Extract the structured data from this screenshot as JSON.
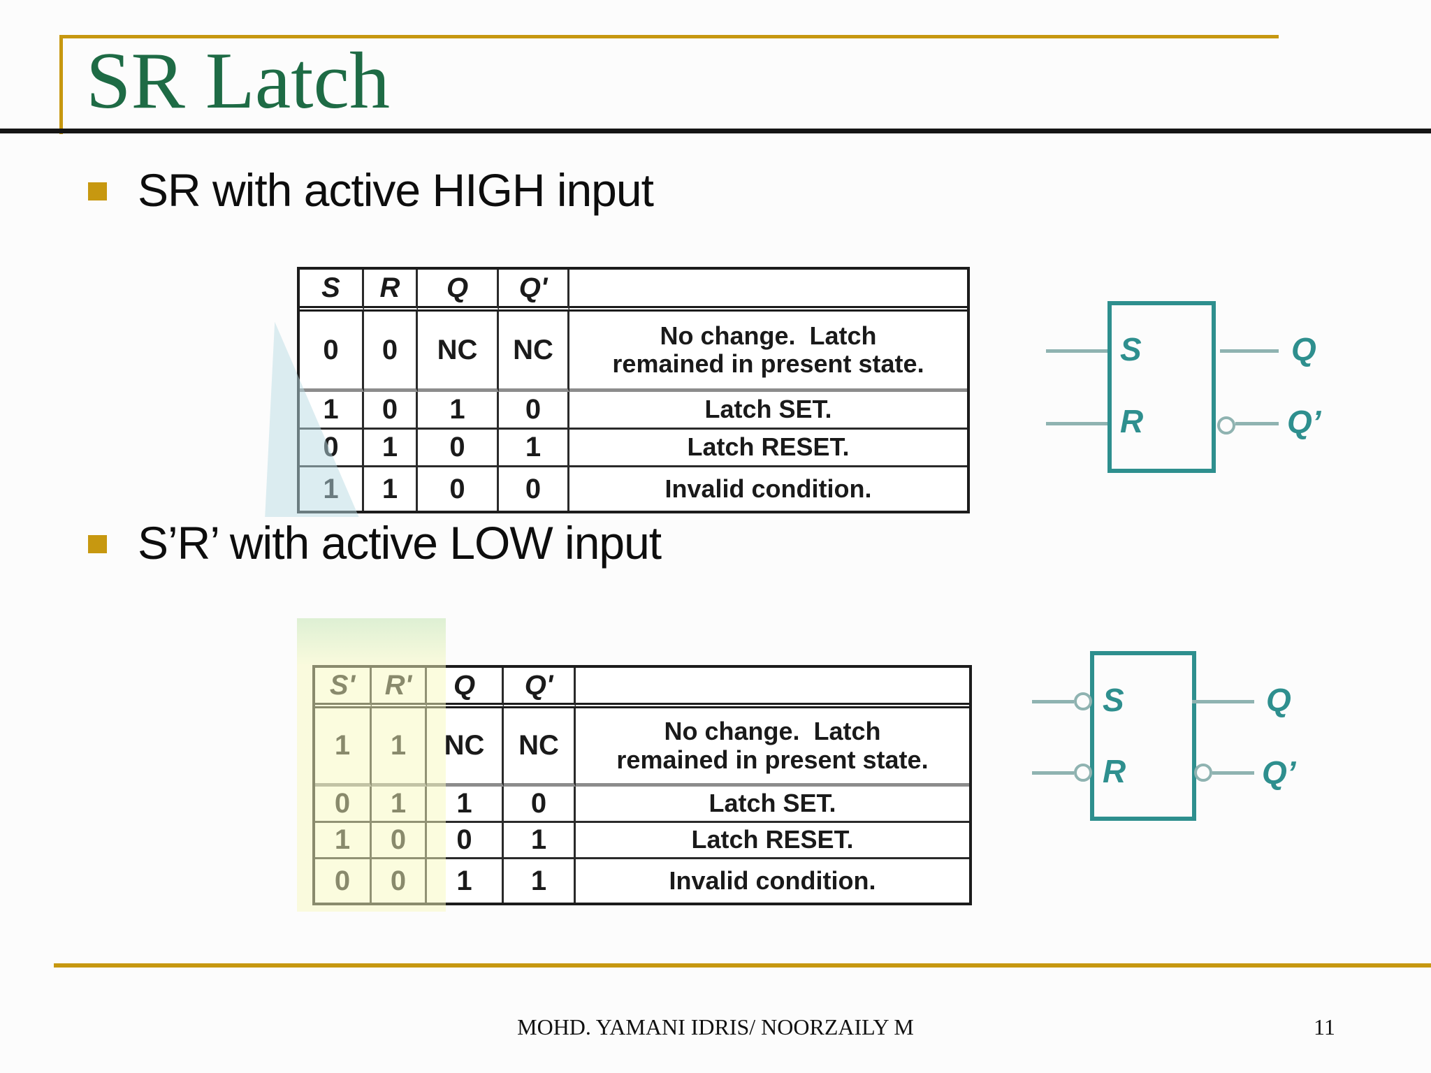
{
  "slide": {
    "title": "SR Latch",
    "bullets": [
      "SR with active HIGH input",
      "S’R’ with active LOW input"
    ],
    "footer": {
      "author": "MOHD. YAMANI IDRIS/ NOORZAILY M",
      "page_number": "11"
    },
    "colors": {
      "title_green": "#1E6B45",
      "accent_gold": "#C79810",
      "latch_teal": "#2E8F8E",
      "latch_wire_teal": "#8FB3B1",
      "highlight_yellow": "#F7F9BE",
      "watermark_blue": "#BADBE3"
    }
  },
  "tables": [
    {
      "headers": [
        "S",
        "R",
        "Q",
        "Q'",
        ""
      ],
      "rows": [
        {
          "cells": [
            "0",
            "0",
            "NC",
            "NC"
          ],
          "desc1": "No change.  Latch",
          "desc2": "remained in present state."
        },
        {
          "cells": [
            "1",
            "0",
            "1",
            "0"
          ],
          "desc1": "Latch SET.",
          "desc2": ""
        },
        {
          "cells": [
            "0",
            "1",
            "0",
            "1"
          ],
          "desc1": "Latch RESET.",
          "desc2": ""
        },
        {
          "cells": [
            "1",
            "1",
            "0",
            "0"
          ],
          "desc1": "Invalid condition.",
          "desc2": ""
        }
      ]
    },
    {
      "headers": [
        "S'",
        "R'",
        "Q",
        "Q'",
        ""
      ],
      "rows": [
        {
          "cells": [
            "1",
            "1",
            "NC",
            "NC"
          ],
          "desc1": "No change.  Latch",
          "desc2": "remained in present state."
        },
        {
          "cells": [
            "0",
            "1",
            "1",
            "0"
          ],
          "desc1": "Latch SET.",
          "desc2": ""
        },
        {
          "cells": [
            "1",
            "0",
            "0",
            "1"
          ],
          "desc1": "Latch RESET.",
          "desc2": ""
        },
        {
          "cells": [
            "0",
            "0",
            "1",
            "1"
          ],
          "desc1": "Invalid condition.",
          "desc2": ""
        }
      ]
    }
  ],
  "latches": [
    {
      "s": "S",
      "r": "R",
      "q": "Q",
      "q_prime": "Q’",
      "inputs_inverted": false,
      "q_prime_inverted": true
    },
    {
      "s": "S",
      "r": "R",
      "q": "Q",
      "q_prime": "Q’",
      "inputs_inverted": true,
      "q_prime_inverted": true
    }
  ]
}
